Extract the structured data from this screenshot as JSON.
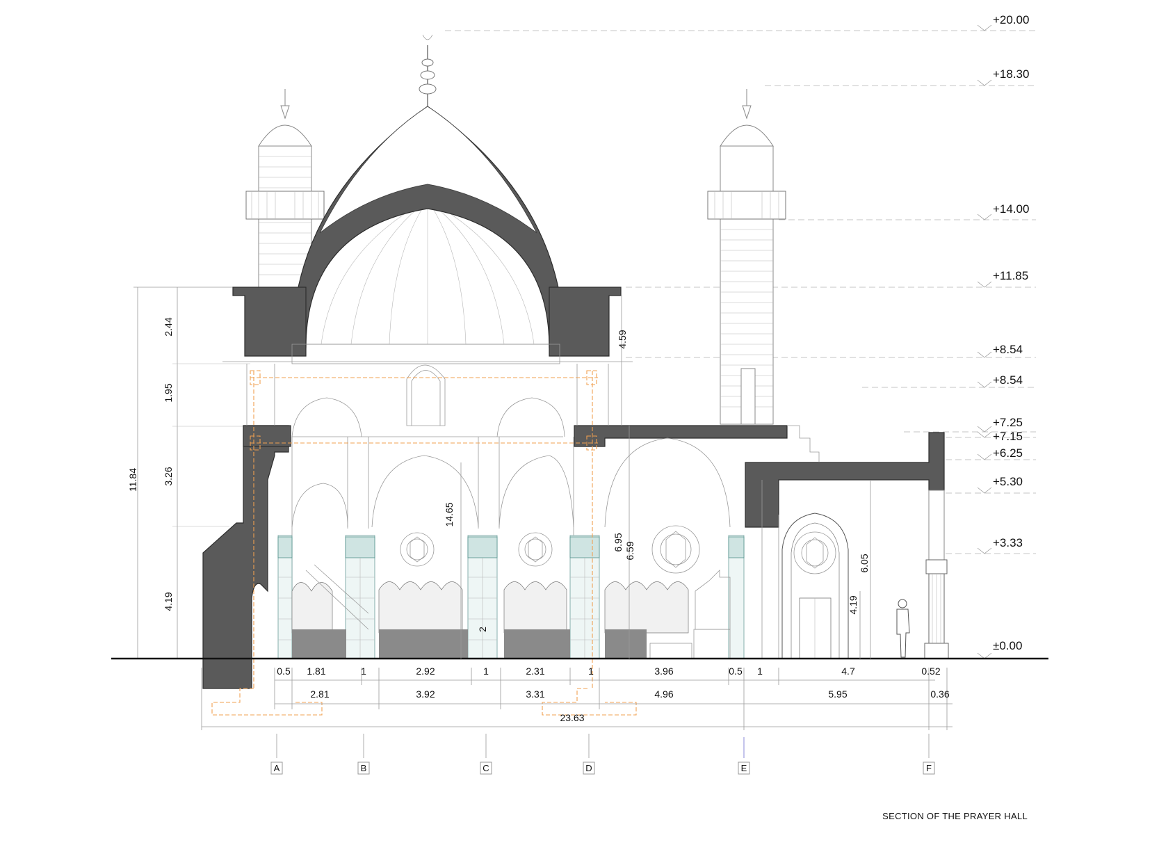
{
  "caption": "SECTION OF THE PRAYER HALL",
  "levels": [
    "+20.00",
    "+18.30",
    "+14.00",
    "+11.85",
    "+8.54",
    "+8.54",
    "+7.25",
    "+7.15",
    "+6.25",
    "+5.30",
    "+3.33",
    "±0.00"
  ],
  "left_dims": {
    "overall": "11.84",
    "segments": [
      "2.44",
      "1.95",
      "3.26",
      "4.19"
    ]
  },
  "inner_dims": {
    "dome_height": "14.65",
    "wall_top": "4.59",
    "arch_a": "6.95",
    "arch_b": "6.59",
    "portico_a": "6.05",
    "portico_b": "4.19",
    "column_mark": "2"
  },
  "bottom_dims": {
    "row1": [
      "0.5",
      "1.81",
      "1",
      "2.92",
      "1",
      "2.31",
      "1",
      "3.96",
      "0.5",
      "1",
      "4.7",
      "0.52"
    ],
    "row2": [
      "2.81",
      "3.92",
      "3.31",
      "4.96",
      "5.95",
      "0.36"
    ],
    "total": "23.63"
  },
  "grid_axes": [
    "A",
    "B",
    "C",
    "D",
    "E",
    "F"
  ],
  "colors": {
    "solid": "#5a5a5a",
    "line": "#9a9a9a",
    "orange": "#f0a050",
    "teal": "#4f8f8a"
  }
}
